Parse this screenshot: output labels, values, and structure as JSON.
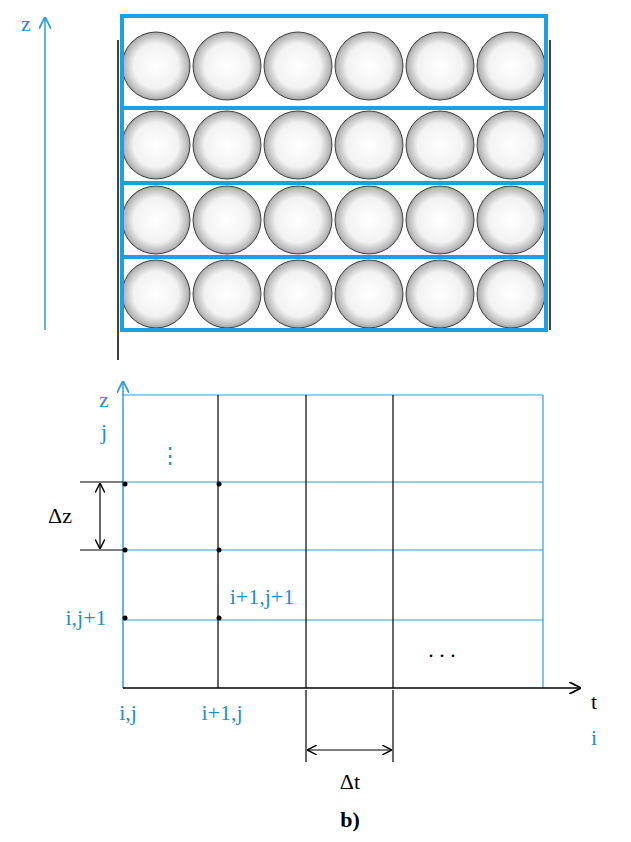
{
  "diagram": {
    "labels": [
      "z",
      "z",
      "j",
      "⋮",
      "Δz",
      "i,j+1",
      "i+1,j+1",
      "i,j",
      "i+1,j",
      "t",
      "i",
      "Δt",
      ". . .",
      "b)"
    ]
  }
}
